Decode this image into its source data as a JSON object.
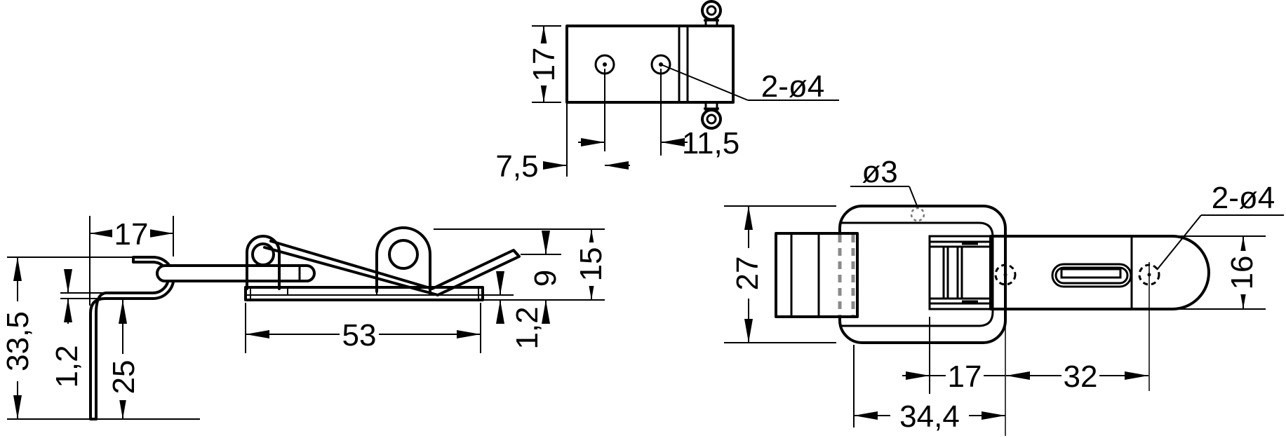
{
  "drawing": {
    "type": "technical-drawing",
    "views": {
      "keeper_top": {
        "width": "17",
        "holes_label": "2-ø4",
        "hole_spacing": "11,5",
        "hole_edge_offset": "7,5"
      },
      "side": {
        "hook_depth": "17",
        "keeper_height": "33,5",
        "sheet_thickness": "1,2",
        "leg_length": "25",
        "base_length": "53",
        "tip_height": "9",
        "overall_height": "15",
        "base_thickness": "1,2"
      },
      "latch_top": {
        "rivet_label": "ø3",
        "holes_label": "2-ø4",
        "body_width": "27",
        "plate_end_width": "16",
        "hinge_to_hole": "17",
        "hole_spacing": "32",
        "edge_to_hole": "34,4"
      }
    },
    "colors": {
      "line": "#000000",
      "hidden": "#8a8a8a",
      "background": "#ffffff"
    }
  }
}
